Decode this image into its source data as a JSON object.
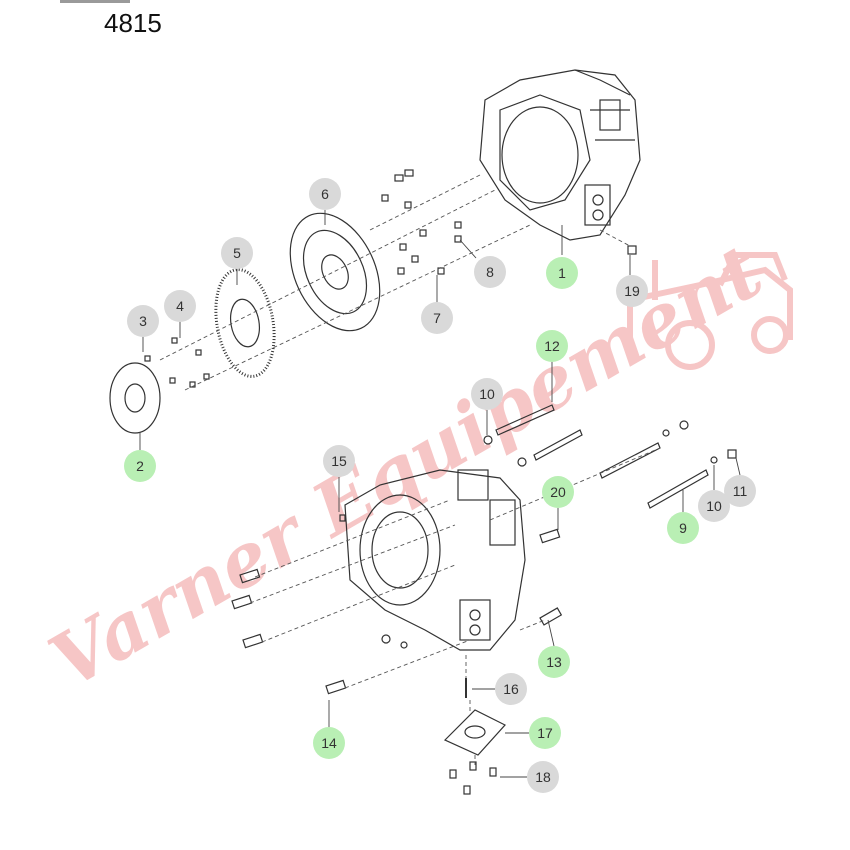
{
  "diagram_code": "4815",
  "watermark": {
    "text": "Varner Equipement",
    "color": "#f3b3b3"
  },
  "colors": {
    "highlight": "#b9efb4",
    "neutral": "#d9d9d9"
  },
  "callouts": [
    {
      "id": "1",
      "highlighted": true
    },
    {
      "id": "2",
      "highlighted": true
    },
    {
      "id": "3",
      "highlighted": false
    },
    {
      "id": "4",
      "highlighted": false
    },
    {
      "id": "5",
      "highlighted": false
    },
    {
      "id": "6",
      "highlighted": false
    },
    {
      "id": "7",
      "highlighted": false
    },
    {
      "id": "8",
      "highlighted": false
    },
    {
      "id": "19",
      "highlighted": false
    },
    {
      "id": "12",
      "highlighted": true
    },
    {
      "id": "10",
      "highlighted": false
    },
    {
      "id": "15",
      "highlighted": false
    },
    {
      "id": "20",
      "highlighted": true
    },
    {
      "id": "9",
      "highlighted": true
    },
    {
      "id": "10",
      "highlighted": false
    },
    {
      "id": "11",
      "highlighted": false
    },
    {
      "id": "13",
      "highlighted": true
    },
    {
      "id": "16",
      "highlighted": false
    },
    {
      "id": "17",
      "highlighted": true
    },
    {
      "id": "14",
      "highlighted": true
    },
    {
      "id": "18",
      "highlighted": false
    }
  ]
}
